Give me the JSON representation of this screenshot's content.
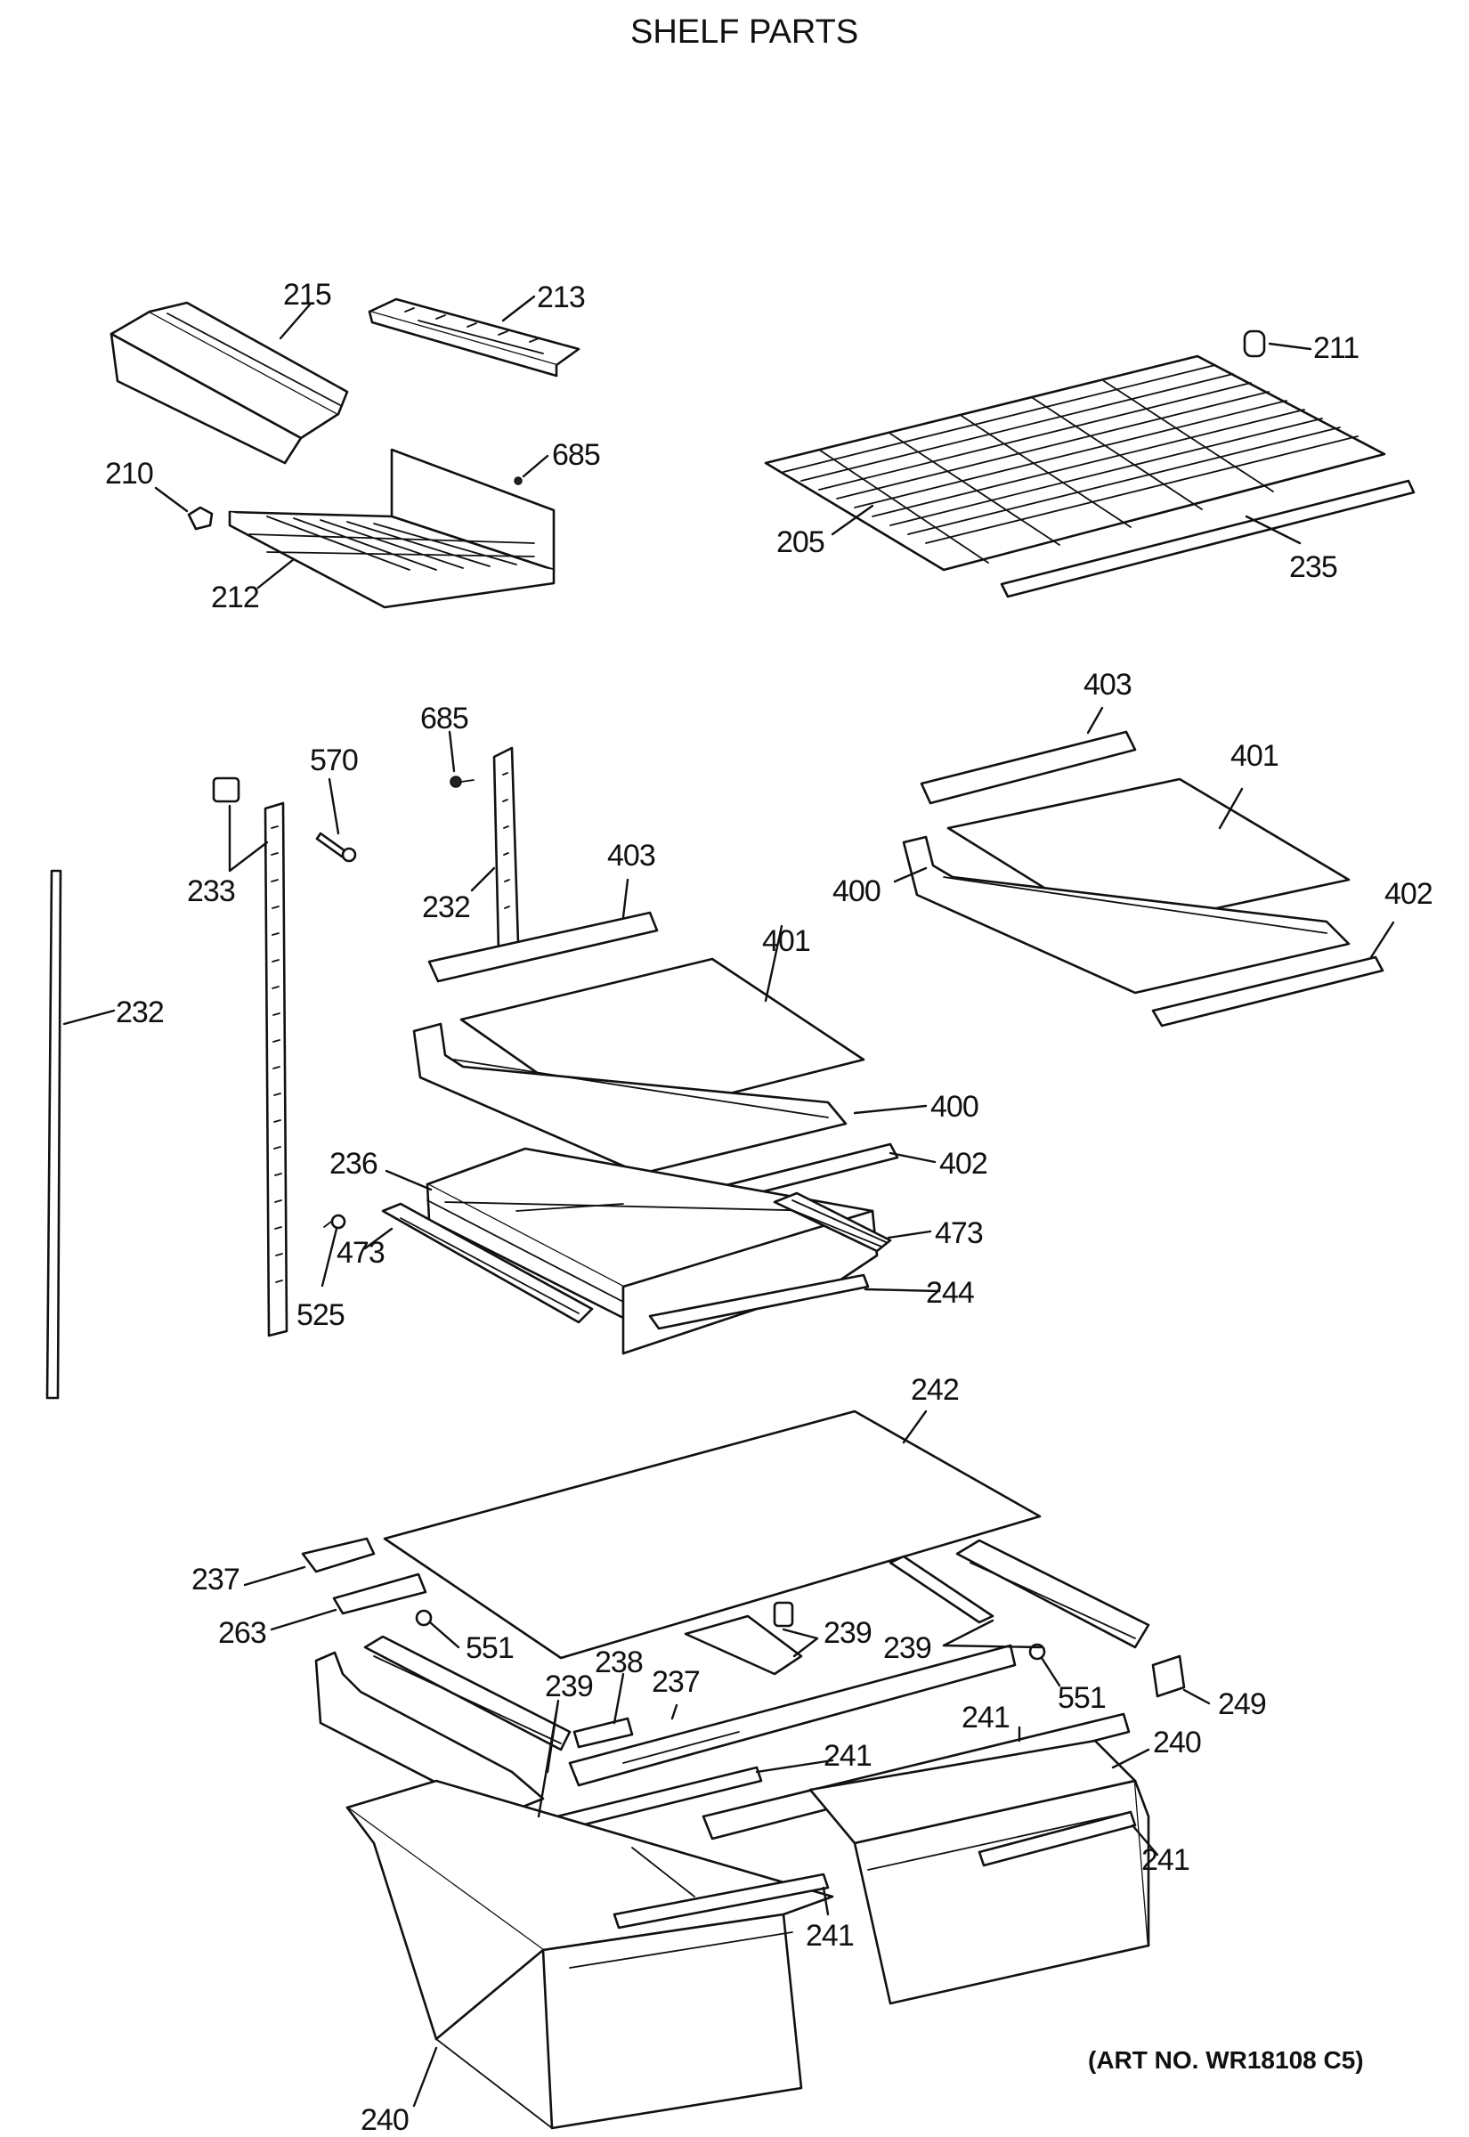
{
  "title": "SHELF PARTS",
  "art_number": "(ART NO. WR18108 C5)",
  "part_labels": [
    "215",
    "213",
    "211",
    "210",
    "685",
    "212",
    "205",
    "235",
    "685",
    "570",
    "233",
    "232",
    "403",
    "401",
    "403",
    "400",
    "401",
    "402",
    "232",
    "400",
    "402",
    "236",
    "473",
    "473",
    "525",
    "244",
    "242",
    "237",
    "263",
    "551",
    "239",
    "239",
    "238",
    "237",
    "551",
    "249",
    "241",
    "240",
    "241",
    "241",
    "240"
  ]
}
